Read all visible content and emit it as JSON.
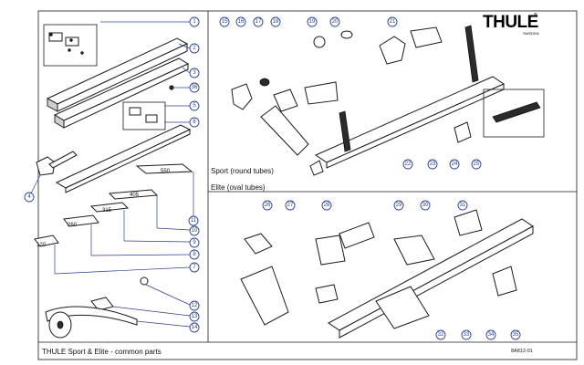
{
  "brand": {
    "name": "THULE",
    "sub": "SWEDEN",
    "reg": "®"
  },
  "sections": {
    "sport": "Sport (round tubes)",
    "elite": "Elite (oval tubes)"
  },
  "footer": {
    "title": "THULE Sport & Elite - common parts",
    "code": "8A812-01"
  },
  "dimensions": [
    "550",
    "405",
    "315",
    "260",
    "120"
  ],
  "callouts": [
    "1",
    "2",
    "3",
    "36",
    "5",
    "6",
    "4",
    "11",
    "10",
    "9",
    "8",
    "7",
    "12",
    "13",
    "14",
    "15",
    "16",
    "17",
    "18",
    "19",
    "20",
    "21",
    "22",
    "23",
    "24",
    "25",
    "26",
    "27",
    "28",
    "29",
    "30",
    "31",
    "32",
    "33",
    "34",
    "35"
  ]
}
